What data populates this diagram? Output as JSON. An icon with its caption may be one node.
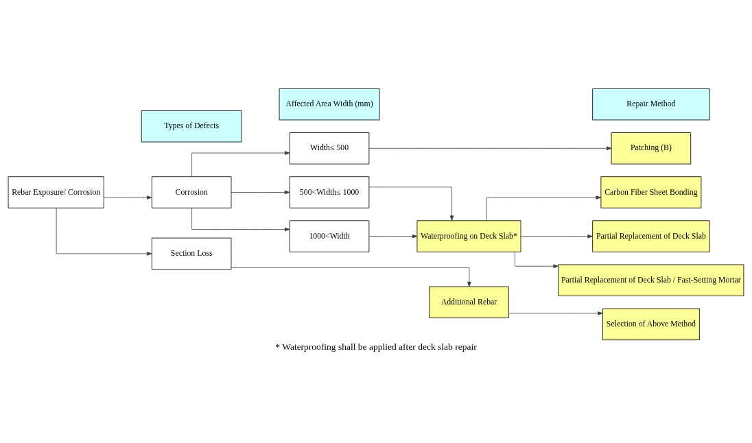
{
  "diagram": {
    "caption": "* Waterproofing shall be applied after deck slab repair",
    "nodes": [
      {
        "text": [
          "Types of Defects"
        ]
      },
      {
        "text": [
          "Affected Area Width (mm)"
        ]
      },
      {
        "text": [
          "Repair Method"
        ]
      },
      {
        "text": [
          "Rebar Exposure/ Corrosion"
        ]
      },
      {
        "text": [
          "Corrosion"
        ]
      },
      {
        "text": [
          "Section Loss"
        ]
      },
      {
        "text": [
          "Width≤ 500"
        ]
      },
      {
        "text": [
          "500<Width≤ 1000"
        ]
      },
      {
        "text": [
          "1000<Width"
        ]
      },
      {
        "text": [
          "Waterproofing on Deck Slab*"
        ]
      },
      {
        "text": [
          "Additional Rebar"
        ]
      },
      {
        "text": [
          "Patching (B)"
        ]
      },
      {
        "text": [
          "Carbon Fiber Sheet Bonding"
        ]
      },
      {
        "text": [
          "Partial Replacement of Deck Slab"
        ]
      },
      {
        "text": [
          "Partial Replacement of Deck Slab / Fast-Setting Mortar"
        ]
      },
      {
        "text": [
          "Selection of Above Method"
        ]
      }
    ],
    "edges": [
      {
        "from": 3,
        "to": 4,
        "arrow": "to"
      },
      {
        "from": 3,
        "to": 5,
        "arrow": "to"
      },
      {
        "from": 4,
        "to": 6,
        "arrow": "to"
      },
      {
        "from": 4,
        "to": 7,
        "arrow": "to"
      },
      {
        "from": 4,
        "to": 8,
        "arrow": "to"
      },
      {
        "from": 6,
        "to": 11,
        "arrow": "to"
      },
      {
        "from": 7,
        "to": 9,
        "arrow": "to"
      },
      {
        "from": 8,
        "to": 9,
        "arrow": "to"
      },
      {
        "from": 9,
        "to": 12,
        "arrow": "to"
      },
      {
        "from": 9,
        "to": 13,
        "arrow": "to"
      },
      {
        "from": 9,
        "to": 14,
        "arrow": "to"
      },
      {
        "from": 5,
        "to": 10,
        "arrow": "to"
      },
      {
        "from": 10,
        "to": 15,
        "arrow": "to"
      }
    ]
  }
}
